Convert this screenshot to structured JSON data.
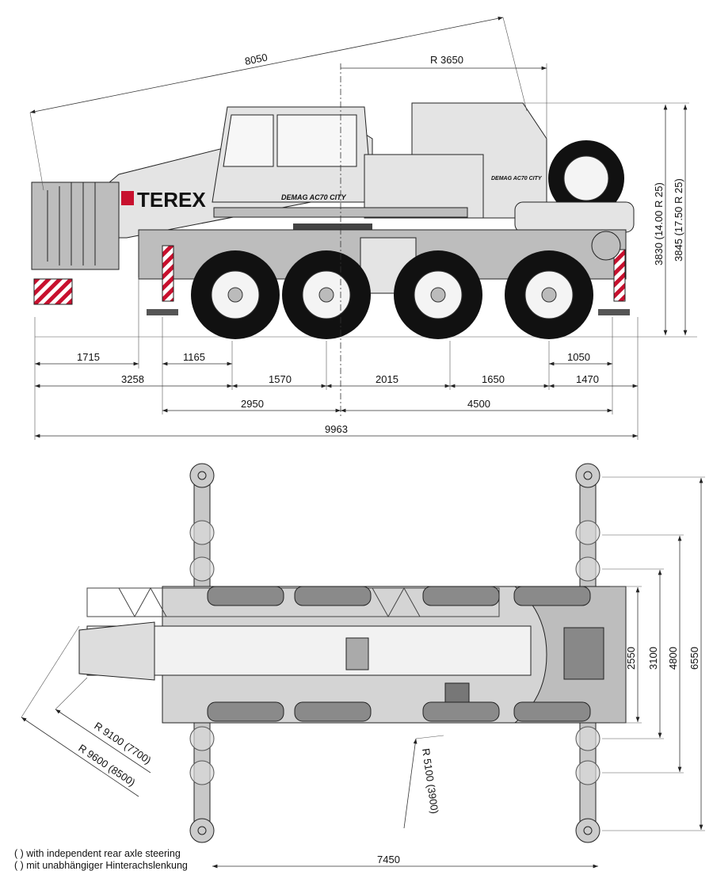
{
  "title": "Demag AC 70 City dimension drawing",
  "branding": {
    "boom_logo": "TEREX",
    "cab_logo": "DEMAG AC70 CITY",
    "rear_logo": "DEMAG AC70 CITY"
  },
  "side_view": {
    "boom_length": "8050",
    "tail_radius": "R 3650",
    "height_1": "3830 (14.00 R 25)",
    "height_2": "3845 (17.50 R 25)",
    "row1": [
      "1715",
      "1165",
      "1050"
    ],
    "row2": [
      "3258",
      "1570",
      "2015",
      "1650",
      "1470"
    ],
    "row3": [
      "2950",
      "4500"
    ],
    "overall_length": "9963"
  },
  "top_view": {
    "radius_1": "R 9100 (7700)",
    "radius_2": "R 9600 (8500)",
    "radius_3": "R 5100 (3900)",
    "width_1": "2550",
    "width_2": "3100",
    "width_3": "4800",
    "width_4": "6550",
    "outrigger_base": "7450"
  },
  "legend": [
    "( )  with independent rear axle steering",
    "( )  mit unabhängiger Hinterachslenkung"
  ]
}
